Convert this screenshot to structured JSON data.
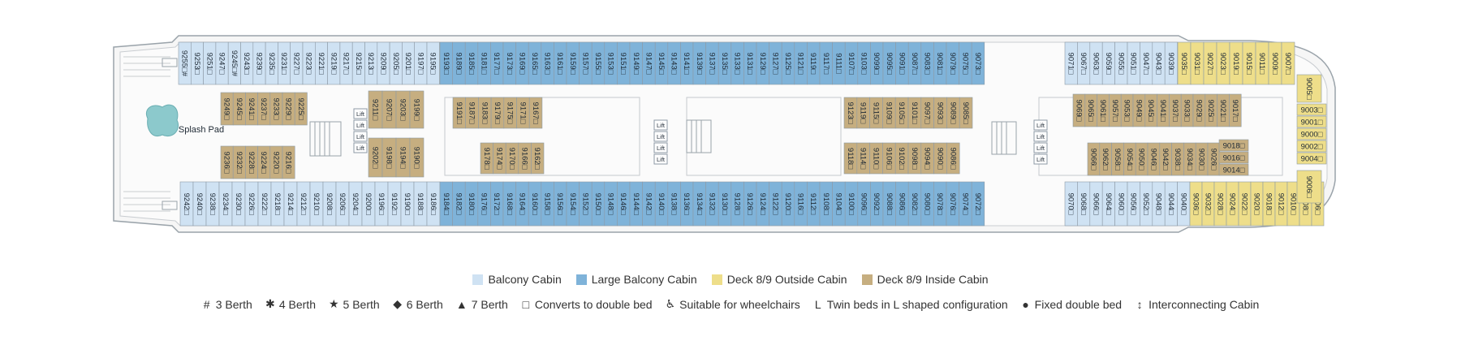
{
  "colors": {
    "balcony": "#cfe2f3",
    "large_balcony": "#7fb3d9",
    "outside": "#eede8a",
    "inside": "#c6ae80"
  },
  "areas": {
    "splash_pad": "Splash Pad",
    "lift": "Lift"
  },
  "cabins": {
    "upper_balcony_aft": [
      "9255□#",
      "9253□",
      "9251□",
      "9247□",
      "9245□#",
      "9243□",
      "9239□",
      "9235□",
      "9231□",
      "9227□",
      "9223□",
      "9221□",
      "9219□",
      "9217□",
      "9215□",
      "9213□",
      "9209□",
      "9205□",
      "9201□",
      "9197□",
      "9195□"
    ],
    "upper_large": [
      "9193□",
      "9189□",
      "9185□",
      "9181□",
      "9177□",
      "9173□",
      "9169□",
      "9165□",
      "9163□",
      "9161□",
      "9159□",
      "9157□",
      "9155□",
      "9153□",
      "9151□",
      "9149□",
      "9147□",
      "9145□",
      "9143□",
      "9141□",
      "9139□",
      "9137□",
      "9135□",
      "9133□",
      "9131□",
      "9129□",
      "9127□",
      "9125□",
      "9121□",
      "9119□",
      "9117□",
      "9111□",
      "9107□",
      "9103□",
      "9099□",
      "9095□",
      "9091□",
      "9087□",
      "9083□",
      "9081□",
      "9079□",
      "9075□",
      "9073□"
    ],
    "upper_balcony_fwd": [
      "9071□",
      "9067□",
      "9063□",
      "9059□",
      "9055□",
      "9051□",
      "9047□",
      "9043□",
      "9039□"
    ],
    "upper_outside": [
      "9035□",
      "9031□",
      "9027□",
      "9023□",
      "9019□",
      "9015□",
      "9011□",
      "9009□",
      "9007□"
    ],
    "lower_balcony_aft": [
      "9242□",
      "9240□",
      "9238□",
      "9234□",
      "9230□",
      "9226□",
      "9222□",
      "9218□",
      "9214□",
      "9212□",
      "9210□",
      "9208□",
      "9206□",
      "9204□",
      "9200□",
      "9196□",
      "9192□",
      "9190□",
      "9188□",
      "9186□"
    ],
    "lower_large": [
      "9184□",
      "9182□",
      "9180□",
      "9176□",
      "9172□",
      "9168□",
      "9164□",
      "9160□",
      "9158□",
      "9156□",
      "9154□",
      "9152□",
      "9150□",
      "9148□",
      "9146□",
      "9144□",
      "9142□",
      "9140□",
      "9138□",
      "9136□",
      "9134□",
      "9132□",
      "9130□",
      "9128□",
      "9126□",
      "9124□",
      "9122□",
      "9120□",
      "9116□",
      "9112□",
      "9108□",
      "9104□",
      "9100□",
      "9096□",
      "9092□",
      "9088□",
      "9086□",
      "9082□",
      "9080□",
      "9078□",
      "9076□",
      "9074□",
      "9072□"
    ],
    "lower_balcony_fwd": [
      "9070□",
      "9068□",
      "9066□",
      "9064□",
      "9060□",
      "9056□",
      "9052□",
      "9048□",
      "9044□",
      "9040□"
    ],
    "lower_outside": [
      "9036□",
      "9032□",
      "9028□",
      "9024□",
      "9022□",
      "9020□",
      "9018□",
      "9012□",
      "9010□",
      "9008□",
      "9006□"
    ],
    "inside_aft_top": [
      "9249□",
      "9245□",
      "9241□",
      "9237□",
      "9233□",
      "9229□",
      "9225□"
    ],
    "inside_aft_bottom": [
      "9236□",
      "9232□",
      "9228□",
      "9224□",
      "9220□",
      "9216□"
    ],
    "inside_mid_aft_top": [
      "9211□",
      "9207□",
      "9203□",
      "9199□"
    ],
    "inside_mid_aft_bottom": [
      "9202□",
      "9198□",
      "9194□",
      "9190□"
    ],
    "inside_mid_top": [
      "9191□",
      "9187□",
      "9183□",
      "9179□",
      "9175□",
      "9171□",
      "9167□"
    ],
    "inside_mid_bottom": [
      "9178□",
      "9174□",
      "9170□",
      "9166□",
      "9162□"
    ],
    "inside_fwd_mid_top": [
      "9123□",
      "9119□",
      "9115□",
      "9109□",
      "9105□",
      "9101□",
      "9097□",
      "9093□",
      "9089□",
      "9085□"
    ],
    "inside_fwd_mid_bottom": [
      "9118□",
      "9114□",
      "9110□",
      "9106□",
      "9102□",
      "9098□",
      "9094□",
      "9090□",
      "9086□"
    ],
    "inside_bow_top": [
      "9069□",
      "9065□",
      "9061□",
      "9057□",
      "9053□",
      "9049□",
      "9045□",
      "9041□",
      "9037□",
      "9033□",
      "9029□",
      "9025□",
      "9021□",
      "9017□"
    ],
    "inside_bow_bottom": [
      "9066□",
      "9062□",
      "9058□",
      "9054□",
      "9050□",
      "9046□",
      "9042□",
      "9038□",
      "9034□",
      "9030□",
      "9026□"
    ],
    "inside_bow_horizontal": [
      "9018□",
      "9016□",
      "9014□"
    ],
    "bow_outside": [
      "9005□",
      "9003□",
      "9001□",
      "9000□",
      "9002□",
      "9004□",
      "9006□"
    ]
  },
  "legend_colors": [
    {
      "label": "Balcony Cabin",
      "color": "#cfe2f3"
    },
    {
      "label": "Large Balcony Cabin",
      "color": "#7fb3d9"
    },
    {
      "label": "Deck 8/9 Outside Cabin",
      "color": "#eede8a"
    },
    {
      "label": "Deck 8/9 Inside Cabin",
      "color": "#c6ae80"
    }
  ],
  "legend_symbols": [
    {
      "symbol": "#",
      "label": "3 Berth"
    },
    {
      "symbol": "✱",
      "label": "4 Berth"
    },
    {
      "symbol": "★",
      "label": "5 Berth"
    },
    {
      "symbol": "◆",
      "label": "6 Berth"
    },
    {
      "symbol": "▲",
      "label": "7 Berth"
    },
    {
      "symbol": "□",
      "label": "Converts to double bed"
    },
    {
      "symbol": "♿",
      "label": "Suitable for wheelchairs"
    },
    {
      "symbol": "L",
      "label": "Twin beds in L shaped configuration"
    },
    {
      "symbol": "●",
      "label": "Fixed double bed"
    },
    {
      "symbol": "↕",
      "label": "Interconnecting Cabin"
    }
  ]
}
